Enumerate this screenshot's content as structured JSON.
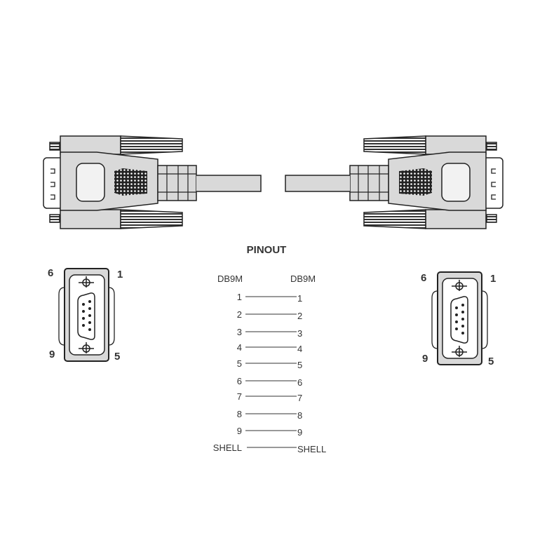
{
  "title": "PINOUT",
  "left_header": "DB9M",
  "right_header": "DB9M",
  "pins": [
    {
      "left": "1",
      "right": "1"
    },
    {
      "left": "2",
      "right": "2"
    },
    {
      "left": "3",
      "right": "3"
    },
    {
      "left": "4",
      "right": "4"
    },
    {
      "left": "5",
      "right": "5"
    },
    {
      "left": "6",
      "right": "6"
    },
    {
      "left": "7",
      "right": "7"
    },
    {
      "left": "8",
      "right": "8"
    },
    {
      "left": "9",
      "right": "9"
    },
    {
      "left": "SHELL",
      "right": "SHELL"
    }
  ],
  "face_left": {
    "tl": "6",
    "tr": "1",
    "bl": "9",
    "br": "5"
  },
  "face_right": {
    "tl": "6",
    "tr": "1",
    "bl": "9",
    "br": "5"
  },
  "colors": {
    "body": "#d9d9d9",
    "line": "#222222",
    "window": "#f2f2f2"
  }
}
